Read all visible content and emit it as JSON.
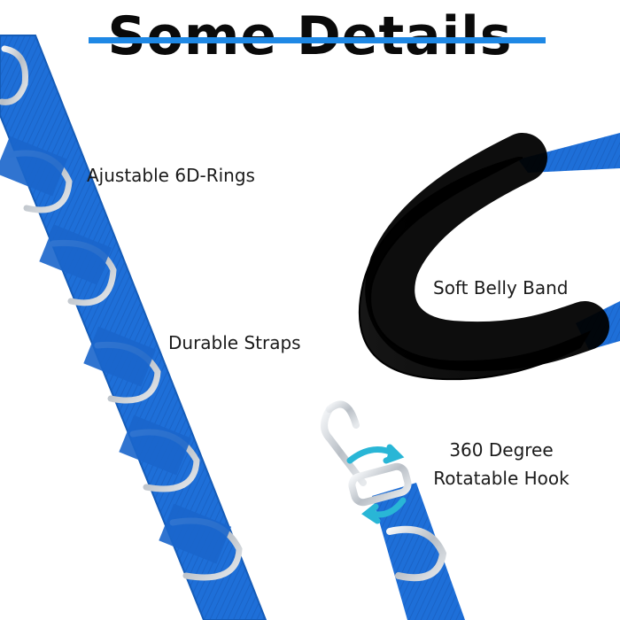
{
  "title": "Some Details",
  "features": {
    "rings": "Ajustable 6D-Rings",
    "straps": "Durable Straps",
    "belly": "Soft Belly Band",
    "hook_line1": "360 Degree",
    "hook_line2": "Rotatable Hook"
  },
  "colors": {
    "strap_blue": "#1e6fd8",
    "title_line": "#1e88e5",
    "padding_black": "#0b0b0b",
    "metal": "#c9ced3",
    "arrow_cyan": "#29b6d6"
  },
  "icons": [
    "d-ring-icon",
    "snap-hook-icon",
    "rotate-arrow-icon"
  ]
}
